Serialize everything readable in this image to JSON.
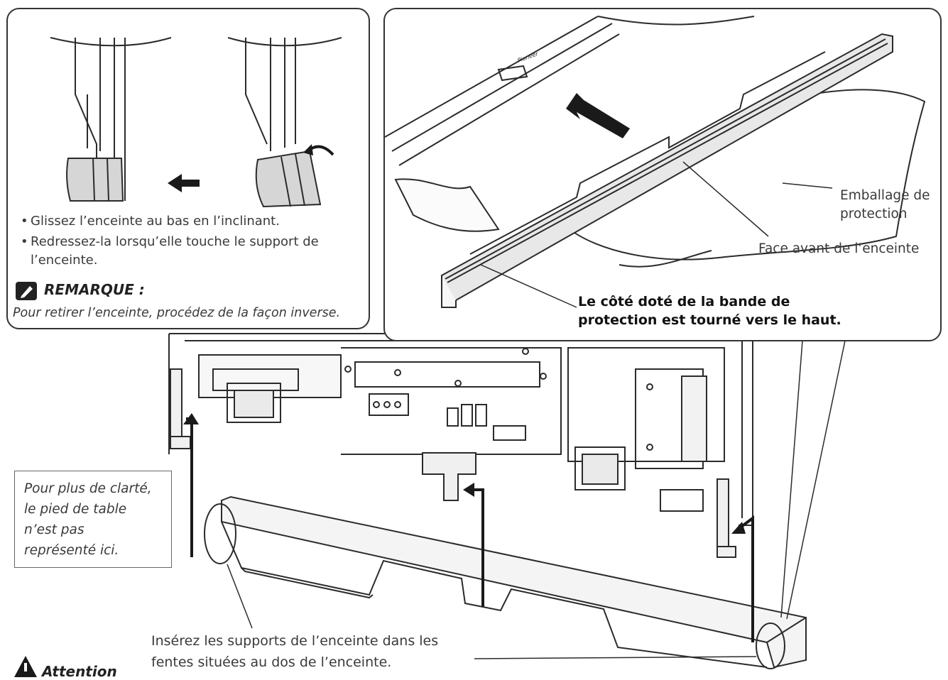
{
  "left_panel": {
    "bullets": [
      "Glissez l’enceinte au bas en l’inclinant.",
      "Redressez-la lorsqu’elle touche le support de",
      "l’enceinte."
    ],
    "remark_title": "REMARQUE :",
    "remark_text": "Pour retirer l’enceinte, procédez de la façon inverse."
  },
  "right_panel": {
    "label_packaging_1": "Emballage de",
    "label_packaging_2": "protection",
    "label_front": "Face avant de l’enceinte",
    "note_line_1": "Le côté doté de la bande de",
    "note_line_2": "protection est tourné vers le haut.",
    "brand_mark": "Pioneer"
  },
  "clarity_note": {
    "lines": [
      "Pour plus de clarté,",
      "le pied de table",
      "n’est pas",
      "représenté ici."
    ]
  },
  "insert_note": {
    "line_1": "Insérez les supports de l’enceinte dans les",
    "line_2": "fentes situées au dos de l’enceinte."
  },
  "attention": {
    "title": "Attention"
  },
  "colors": {
    "line": "#2b2b2b",
    "fill_gray": "#d8d8d8",
    "fill_light": "#f2f2f2"
  }
}
